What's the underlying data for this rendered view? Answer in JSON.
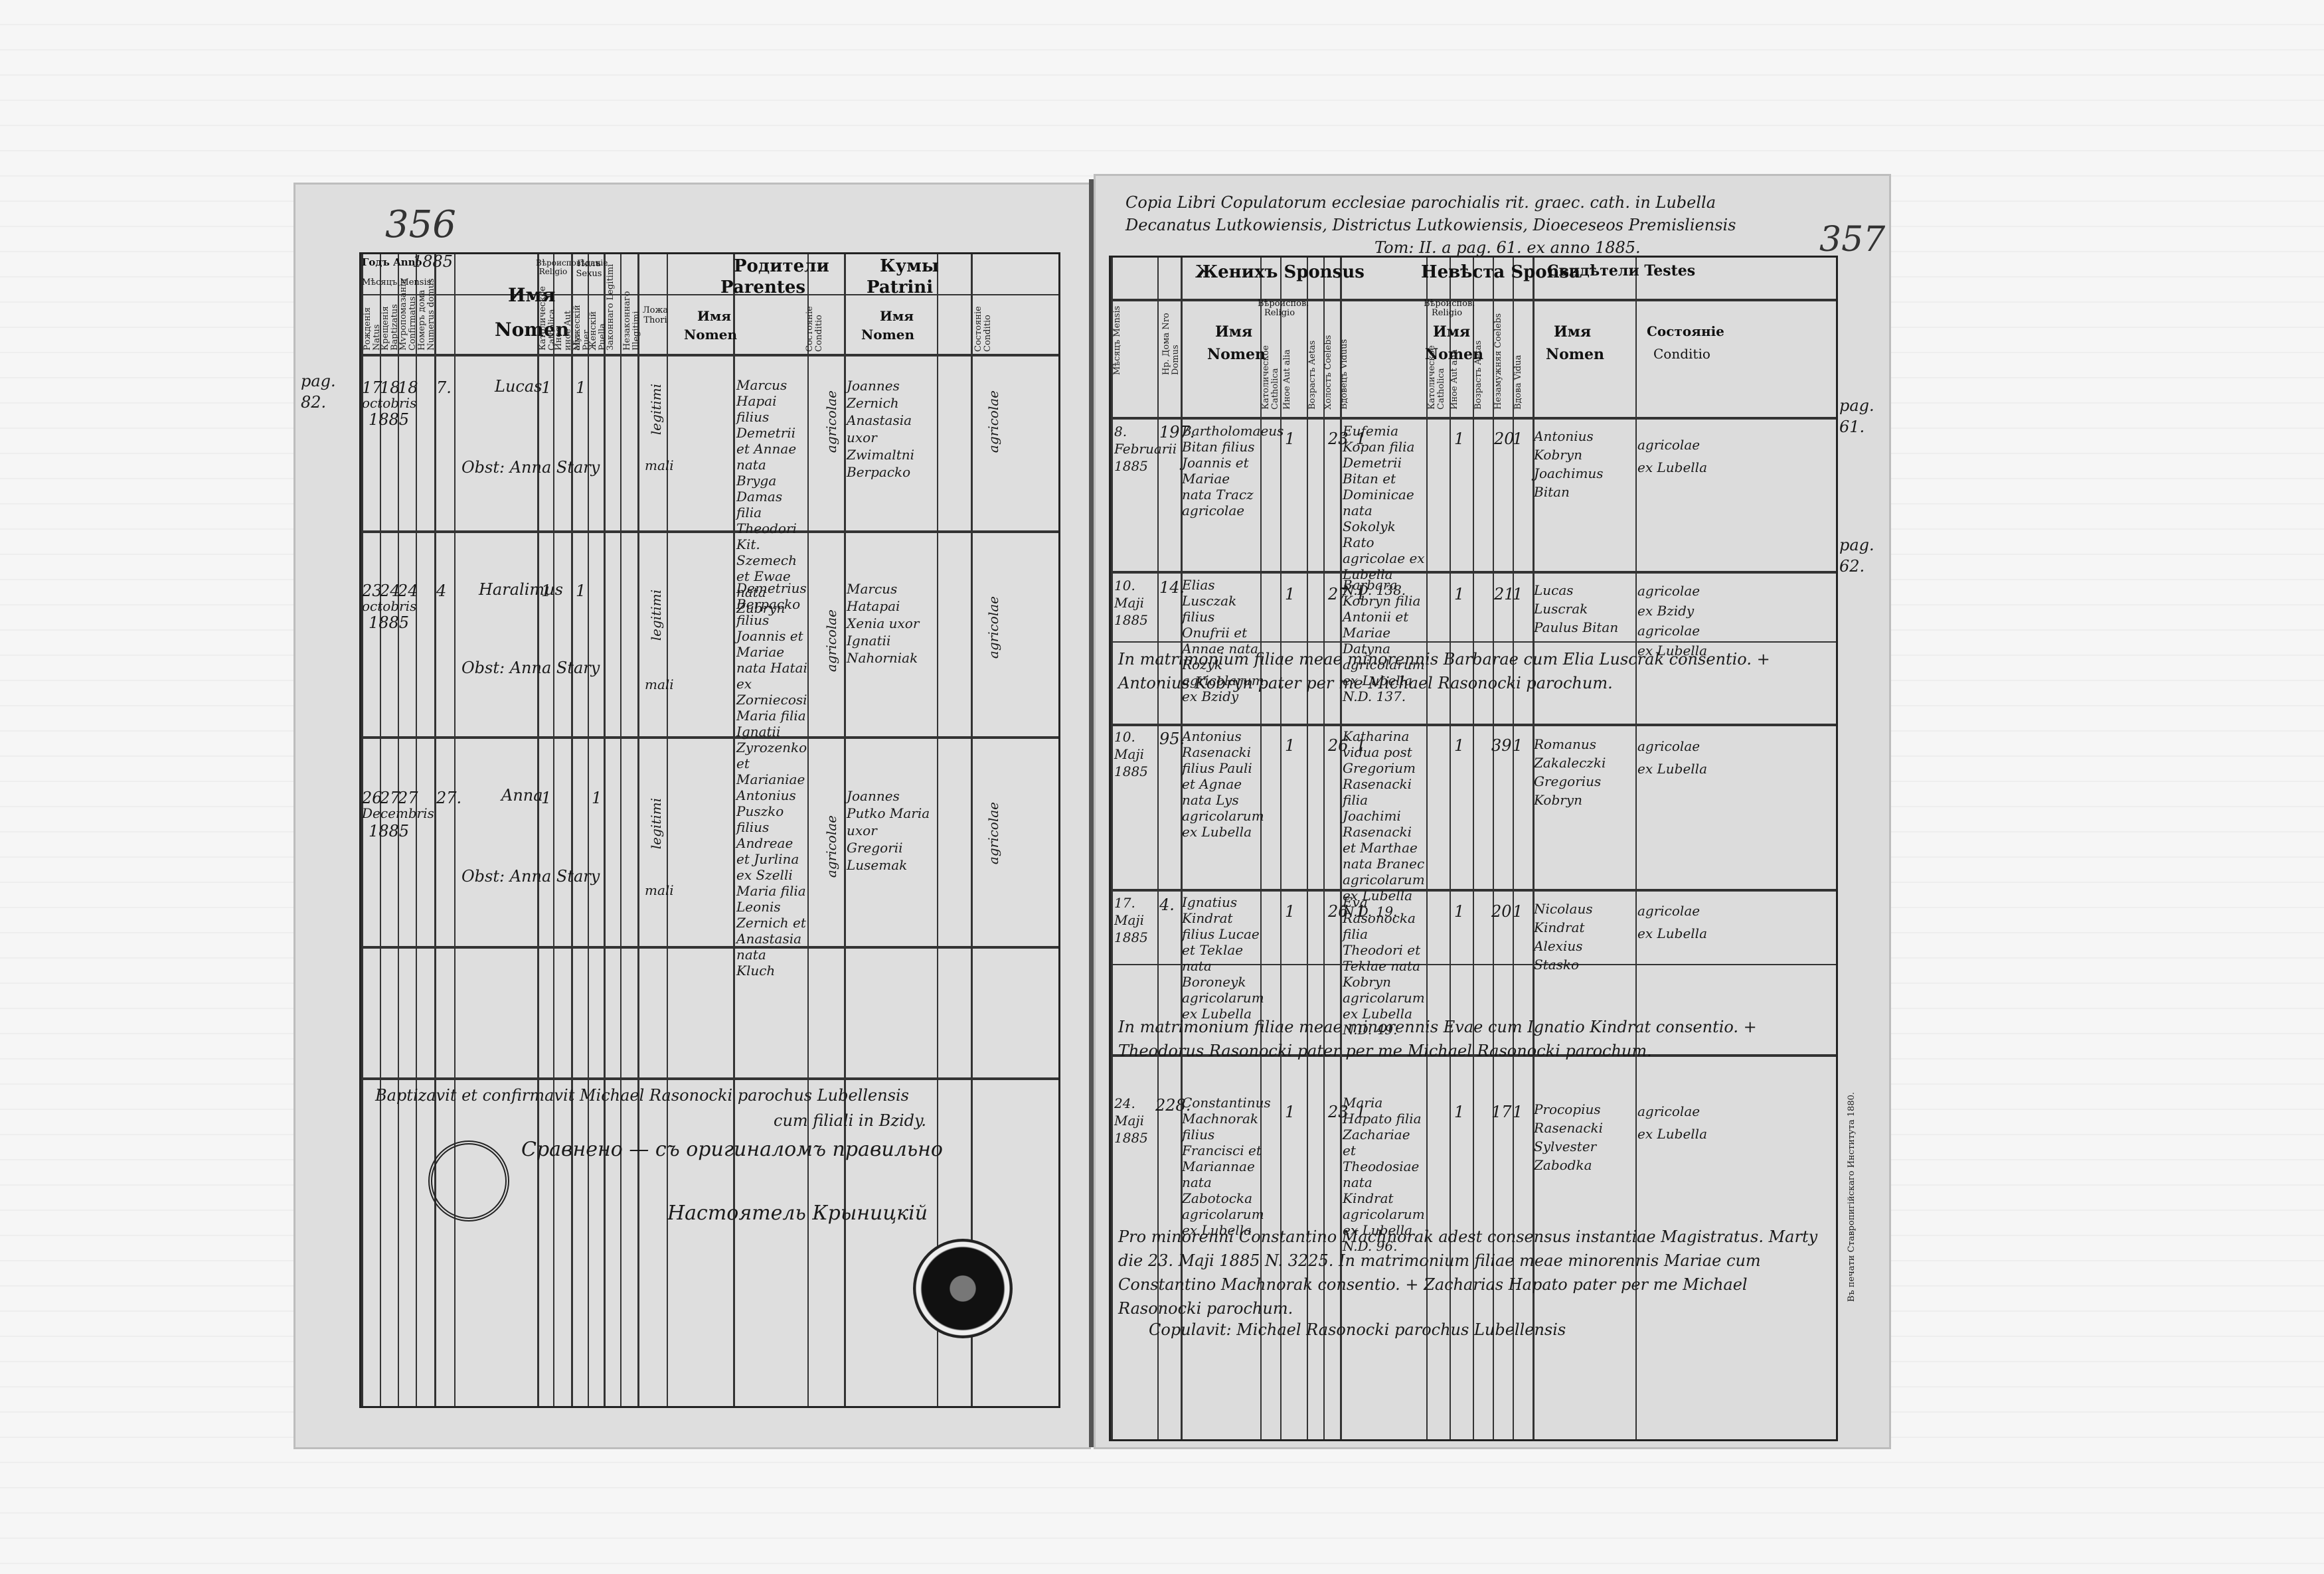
{
  "left_page": {
    "page_number": "356",
    "margin_refs": [
      "pag. 82."
    ],
    "header": {
      "year": {
        "ru": "Годъ",
        "la": "Anno",
        "value": "1885"
      },
      "month": {
        "ru": "Мѣсяцъ",
        "la": "Mensis"
      },
      "birth": {
        "ru": "Рожденія",
        "la": "Natus"
      },
      "baptism": {
        "ru": "Крещенія",
        "la": "Baptizatus"
      },
      "confirmation": {
        "ru": "Мѵропомазанія",
        "la": "Confirmatus"
      },
      "house_no": {
        "ru": "Номеръ дома",
        "la": "Numerus domus"
      },
      "name": {
        "ru": "Имя",
        "la": "Nomen"
      },
      "religion": {
        "ru": "Вѣроисповѣданіе",
        "la": "Religio",
        "catholic": "Католическое Catholica",
        "other": "Иное иное Aut alia"
      },
      "sex": {
        "ru": "Полъ",
        "la": "Sexus",
        "male": "Мужескій Puer",
        "female": "Женскій Puella"
      },
      "legit": {
        "ru": "Законнаго Legitimi",
        "la": "Незаконнаго Illegitimi"
      },
      "parents": {
        "ru": "Родители",
        "la": "Parentes",
        "thori": "Ложа Thori",
        "name_ru": "Имя",
        "name_la": "Nomen",
        "condition": "Состояніе Conditio"
      },
      "godparents": {
        "ru": "Кумы",
        "la": "Patrini",
        "name_ru": "Имя",
        "name_la": "Nomen",
        "condition": "Состояніе Conditio"
      }
    },
    "entries": [
      {
        "birth": "17",
        "baptism": "18",
        "confirmation": "18",
        "month": "octobris",
        "year": "1885",
        "house": "7.",
        "name": "Lucas",
        "obstetrix": "Obst: Anna Stary",
        "religion": "1",
        "sex": "1",
        "legit": "legitimi",
        "thori": "mali",
        "parents": "Marcus Hapai filius Demetrii et Annae nata Bryga Damas filia Theodori Kit. Szemech et Ewae nata Zubryn",
        "parents_cond": "agricolae",
        "godparents": "Joannes Zernich Anastasia uxor Zwimaltni Berpacko",
        "godparents_cond": "agricolae"
      },
      {
        "birth": "23",
        "baptism": "24",
        "confirmation": "24",
        "month": "octobris",
        "year": "1885",
        "house": "4",
        "name": "Haralimus",
        "obstetrix": "Obst: Anna Stary",
        "religion": "1",
        "sex": "1",
        "legit": "legitimi",
        "thori": "mali",
        "parents": "Demetrius Berpacko filius Joannis et Mariae nata Hatai ex Zorniecosi Maria filia Ignatii Zyrozenko et Marianiae",
        "parents_cond": "agricolae",
        "godparents": "Marcus Hatapai Xenia uxor Ignatii Nahorniak",
        "godparents_cond": "agricolae"
      },
      {
        "birth": "26",
        "baptism": "27",
        "confirmation": "27",
        "month": "Decembris",
        "year": "1885",
        "house": "27.",
        "name": "Anna",
        "obstetrix": "Obst: Anna Stary",
        "religion": "1",
        "sex": "1",
        "legit": "legitimi",
        "thori": "mali",
        "parents": "Antonius Puszko filius Andreae et Jurlina ex Szelli Maria filia Leonis Zernich et Anastasia nata Kluch",
        "parents_cond": "agricolae",
        "godparents": "Joannes Putko Maria uxor Gregorii Lusemak",
        "godparents_cond": "agricolae"
      }
    ],
    "footer_lines": [
      "Baptizavit et confirmavit Michael Rasonocki parochus Lubellensis",
      "cum filiali in Bzidy.",
      "Сравнено — съ оригиналомъ правильно",
      "Настоятель Крыницкій"
    ]
  },
  "right_page": {
    "page_number": "357",
    "title_lines": [
      "Copia Libri Copulatorum ecclesiae parochialis rit. graec. cath. in Lubella",
      "Decanatus Lutkowiensis, Districtus Lutkowiensis, Dioeceseos Premisliensis",
      "Tom: II. a pag. 61. ex anno 1885."
    ],
    "margin_refs": [
      "pag. 61.",
      "pag. 62."
    ],
    "header": {
      "month": "Мѣсяцъ Mensis",
      "house": "Нр. Дома Nro Domus",
      "groom": {
        "ru": "Женихъ",
        "la": "Sponsus"
      },
      "bride": {
        "ru": "Невѣста",
        "la": "Sponsa"
      },
      "witnesses": {
        "ru": "Свидѣтели",
        "la": "Testes"
      },
      "name_ru": "Имя",
      "name_la": "Nomen",
      "religio": "Вѣроиспов. Religio",
      "catholic": "Католическое Catholica",
      "other": "Иное Aut alia",
      "age": "Возрастъ Aetas",
      "single": "Холостъ Coelebs",
      "widower": "Вдовецъ Viduus",
      "unmarried": "Незамужняя Coelebs",
      "widow": "Вдова Vidua",
      "condition_ru": "Состояніе",
      "condition_la": "Conditio"
    },
    "entries": [
      {
        "date": "8. Februarii 1885",
        "house": "197.",
        "groom": "Bartholomaeus Bitan filius Joannis et Mariae nata Tracz agricolae",
        "groom_rel": "1",
        "groom_age": "23",
        "groom_state": "1",
        "bride": "Eufemia Kopan filia Demetrii Bitan et Dominicae nata Sokolyk Rato agricolae ex Lubella N.D. 138.",
        "bride_rel": "1",
        "bride_age": "20",
        "bride_state": "1",
        "witnesses": "Antonius Kobryn Joachimus Bitan",
        "witness_cond": "agricolae ex Lubella",
        "note": ""
      },
      {
        "date": "10. Maji 1885",
        "house": "14.",
        "groom": "Elias Lusczak filius Onufrii et Annae nata Rozyk agricolarum ex Bzidy",
        "groom_rel": "1",
        "groom_age": "27",
        "groom_state": "1",
        "bride": "Barbara Kobryn filia Antonii et Mariae Datyna agricolarum ex Lubella N.D. 137.",
        "bride_rel": "1",
        "bride_age": "21",
        "bride_state": "1",
        "witnesses": "Lucas Luscrak Paulus Bitan",
        "witness_cond": "agricolae ex Bzidy agricolae ex Lubella",
        "note": "In matrimonium filiae meae minorennis Barbarae cum Elia Luscrak consentio. + Antonius Kobryn pater per me Michael Rasonocki parochum."
      },
      {
        "date": "10. Maji 1885",
        "house": "95.",
        "groom": "Antonius Rasenacki filius Pauli et Agnae nata Lys agricolarum ex Lubella",
        "groom_rel": "1",
        "groom_age": "26",
        "groom_state": "1",
        "bride": "Katharina vidua post Gregorium Rasenacki filia Joachimi Rasenacki et Marthae nata Branec agricolarum ex Lubella N.D. 19.",
        "bride_rel": "1",
        "bride_age": "39",
        "bride_state": "1",
        "witnesses": "Romanus Zakaleczki Gregorius Kobryn",
        "witness_cond": "agricolae ex Lubella",
        "note": ""
      },
      {
        "date": "17. Maji 1885",
        "house": "4.",
        "groom": "Ignatius Kindrat filius Lucae et Teklae nata Boroneyk agricolarum ex Lubella",
        "groom_rel": "1",
        "groom_age": "26",
        "groom_state": "1",
        "bride": "Eva Rasonocka filia Theodori et Teklae nata Kobryn agricolarum ex Lubella N.D. 49.",
        "bride_rel": "1",
        "bride_age": "20",
        "bride_state": "1",
        "witnesses": "Nicolaus Kindrat Alexius Stasko",
        "witness_cond": "agricolae ex Lubella",
        "note": "In matrimonium filiae meae minorennis Evae cum Ignatio Kindrat consentio. + Theodorus Rasonocki pater per me Michael Rasonocki parochum."
      },
      {
        "date": "24. Maji 1885",
        "house": "228.",
        "groom": "Constantinus Machnorak filius Francisci et Mariannae nata Zabotocka agricolarum ex Lubella",
        "groom_rel": "1",
        "groom_age": "23",
        "groom_state": "1",
        "bride": "Maria Hapato filia Zachariae et Theodosiae nata Kindrat agricolarum ex Lubella N.D. 96.",
        "bride_rel": "1",
        "bride_age": "17",
        "bride_state": "1",
        "witnesses": "Procopius Rasenacki Sylvester Zabodka",
        "witness_cond": "agricolae ex Lubella",
        "note": "Pro minorenni Constantino Machnorak adest consensus instantiae Magistratus. Marty die 23. Maji 1885 N. 3225. In matrimonium filiae meae minorennis Mariae cum Constantino Machnorak consentio. + Zacharias Hapato pater per me Michael Rasonocki parochum."
      }
    ],
    "footer_line": "Copulavit: Michael Rasonocki parochus Lubellensis",
    "printer_note": "Въ печати Ставропигійскаго Института 1880."
  }
}
